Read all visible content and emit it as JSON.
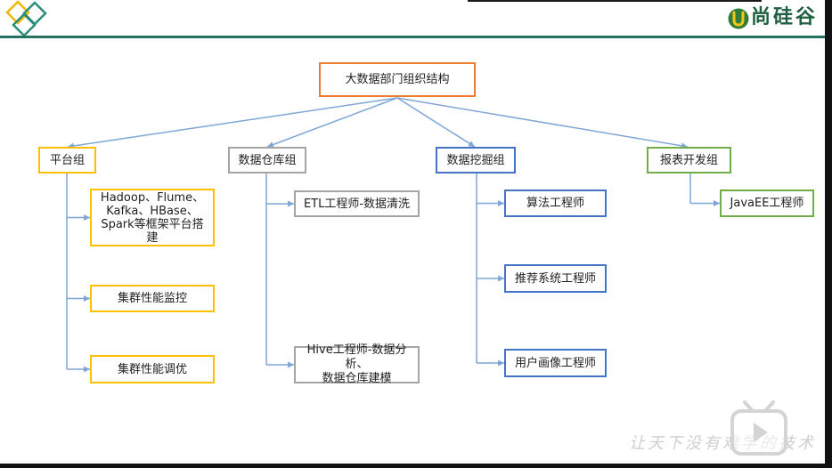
{
  "header": {
    "logo_icon": "diamond-logo-icon",
    "brand_icon": "u-circle-logo-icon",
    "brand_name": "尚硅谷",
    "accent_color": "#26705f"
  },
  "org_chart": {
    "root": {
      "label": "大数据部门组织结构",
      "color": "#ED7D31"
    },
    "connector_color": "#7EA6D8",
    "groups": [
      {
        "label": "平台组",
        "color": "#FFC000",
        "roles": [
          "Hadoop、Flume、\nKafka、HBase、\nSpark等框架平台搭\n建",
          "集群性能监控",
          "集群性能调优"
        ]
      },
      {
        "label": "数据仓库组",
        "color": "#A5A5A5",
        "roles": [
          "ETL工程师-数据清洗",
          "Hive工程师-数据分析、\n数据仓库建模"
        ]
      },
      {
        "label": "数据挖掘组",
        "color": "#4472C4",
        "roles": [
          "算法工程师",
          "推荐系统工程师",
          "用户画像工程师"
        ]
      },
      {
        "label": "报表开发组",
        "color": "#70AD47",
        "roles": [
          "JavaEE工程师"
        ]
      }
    ]
  },
  "watermark": "让天下没有难学的技术",
  "player": {
    "play_icon": "tv-play-icon"
  }
}
